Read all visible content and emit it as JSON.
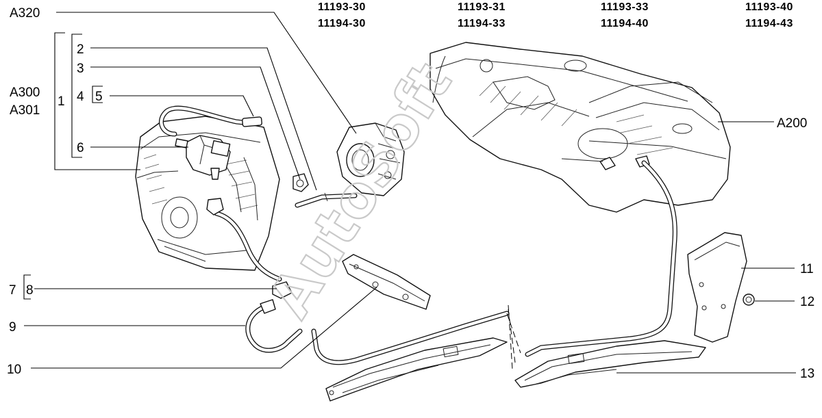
{
  "part_codes": {
    "row1": [
      "11193-30",
      "11193-31",
      "11193-33",
      "11193-40"
    ],
    "row2": [
      "11194-30",
      "11194-33",
      "11194-40",
      "11194-43"
    ]
  },
  "labels": {
    "a320": "A320",
    "a300": "A300",
    "a301": "A301",
    "a200": "A200",
    "n1": "1",
    "n2": "2",
    "n3": "3",
    "n4": "4",
    "n5": "5",
    "n6": "6",
    "n7": "7",
    "n8": "8",
    "n9": "9",
    "n10": "10",
    "n11": "11",
    "n12": "12",
    "n13": "13"
  },
  "watermark": "AutoSoft"
}
